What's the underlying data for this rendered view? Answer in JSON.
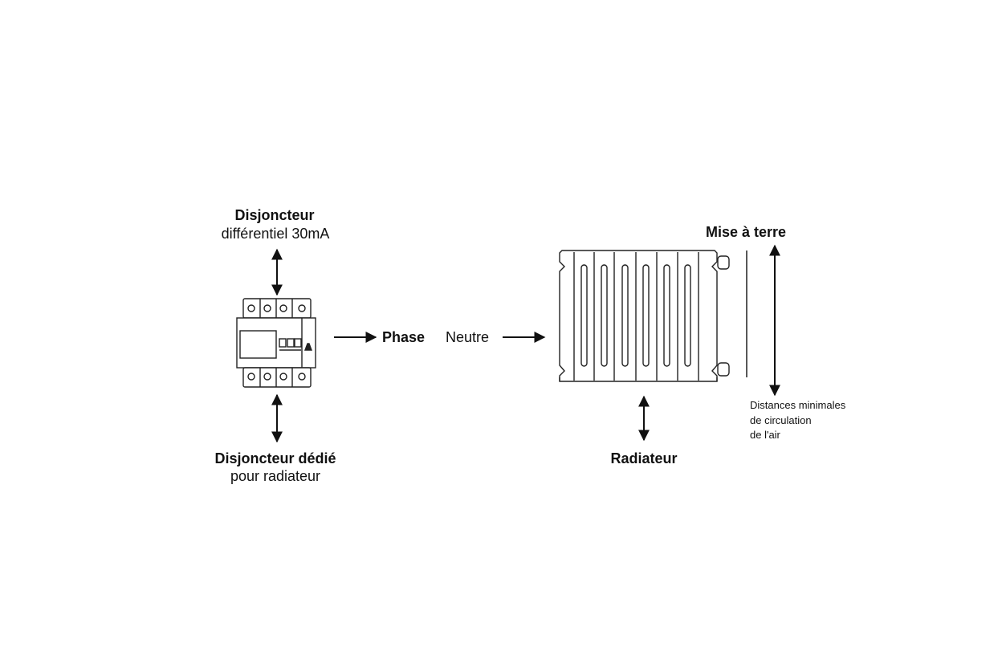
{
  "labels": {
    "breaker_rcd_title": "Disjoncteur",
    "breaker_rcd_sub": "différentiel 30mA",
    "breaker_dedicated_title": "Disjoncteur dédié",
    "breaker_dedicated_sub": "pour radiateur",
    "phase": "Phase",
    "neutral": "Neutre",
    "earth": "Mise à terre",
    "radiator": "Radiateur",
    "airflow_line1": "Distances minimales",
    "airflow_line2": "de circulation",
    "airflow_line3": "de l'air"
  },
  "icons": {
    "breaker": "circuit-breaker-icon",
    "radiator": "radiator-icon"
  },
  "colors": {
    "ink": "#111111",
    "background": "#ffffff"
  }
}
